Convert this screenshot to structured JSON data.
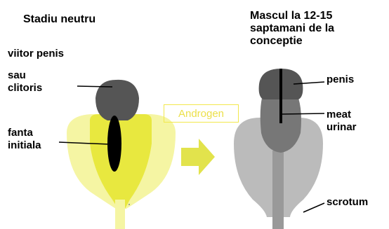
{
  "left_stage": {
    "title": "Stadiu neutru",
    "label_future": "viitor penis",
    "label_or": "sau",
    "label_clitoris": "clitoris",
    "label_slit_1": "fanta",
    "label_slit_2": "initiala"
  },
  "middle": {
    "hormone_label": "Androgen"
  },
  "right_stage": {
    "title_1": "Mascul la 12-15",
    "title_2": "saptamani de la",
    "title_3": "conceptie",
    "label_penis": "penis",
    "label_meatus_1": "meat",
    "label_meatus_2": "urinar",
    "label_scrotum": "scrotum"
  },
  "colors": {
    "dark_gray": "#555555",
    "mid_gray": "#777777",
    "light_gray": "#bbbbbb",
    "stripe_gray": "#999999",
    "pale_yellow": "#f5f5a3",
    "bright_yellow": "#e8e83f",
    "arrow_yellow": "#e2e34c",
    "black": "#000000"
  }
}
